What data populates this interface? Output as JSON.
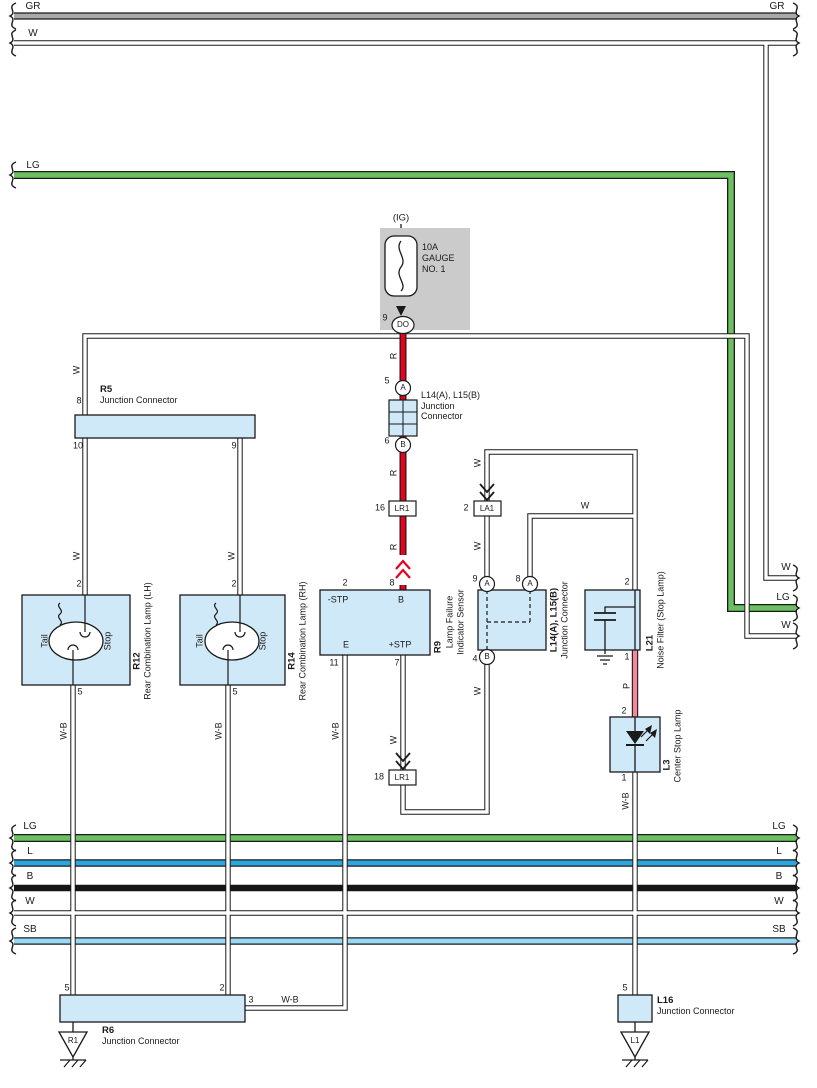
{
  "colors": {
    "gr": "#a9a9a9",
    "lg": "#6cbf62",
    "l": "#2ba6de",
    "b": "#161616",
    "sb": "#99d8f5",
    "red": "#e8001f",
    "pink": "#f2879f",
    "component_fill": "#cfe9f8",
    "panel_gray": "#cbcbcb"
  },
  "top_buses": {
    "gr_left": "GR",
    "gr_right": "GR",
    "w_left": "W",
    "lg_left": "LG"
  },
  "right_edge": {
    "w_upper": "W",
    "lg": "LG",
    "w_lower": "W"
  },
  "bottom_buses": {
    "lg": "LG",
    "l": "L",
    "b": "B",
    "w": "W",
    "sb": "SB"
  },
  "wire_labels": {
    "r": "R",
    "w": "W",
    "wb": "W-B",
    "p": "P"
  },
  "fuse": {
    "connector": "(IG)",
    "rating": "10A",
    "name_line1": "GAUGE",
    "name_line2": "NO. 1",
    "pin": "9",
    "terminal": "DO"
  },
  "l14_l15_top": {
    "pin_a": "5",
    "a": "A",
    "pin_b": "6",
    "b": "B",
    "code": "L14(A), L15(B)",
    "name_line1": "Junction",
    "name_line2": "Connector"
  },
  "lr1_16": {
    "pin": "16",
    "label": "LR1"
  },
  "lr1_18": {
    "pin": "18",
    "label": "LR1"
  },
  "la1": {
    "pin": "2",
    "label": "LA1"
  },
  "r9": {
    "code": "R9",
    "name_line1": "Lamp Failure",
    "name_line2": "Indicator Sensor",
    "pin_neg": "2",
    "pin_b": "8",
    "pin_e": "11",
    "pin_pos": "7",
    "label_neg": "-STP",
    "label_b": "B",
    "label_e": "E",
    "label_pos": "+STP"
  },
  "r5": {
    "code": "R5",
    "name": "Junction Connector",
    "pin8": "8",
    "pin10": "10",
    "pin9": "9"
  },
  "r12": {
    "code": "R12",
    "name": "Rear Combination Lamp (LH)",
    "tail": "Tail",
    "stop": "Stop",
    "pin_top": "2",
    "pin_bottom": "5"
  },
  "r14": {
    "code": "R14",
    "name": "Rear Combination Lamp (RH)",
    "tail": "Tail",
    "stop": "Stop",
    "pin_top": "2",
    "pin_bottom": "5"
  },
  "r6": {
    "code": "R6",
    "name": "Junction Connector",
    "pin5": "5",
    "pin2": "2",
    "pin3": "3"
  },
  "r1_ground": {
    "label": "R1"
  },
  "l14_l15_mid": {
    "code": "L14(A), L15(B)",
    "name": "Junction Connector",
    "pin9": "9",
    "pin8": "8",
    "pin4": "4",
    "a": "A",
    "b": "B"
  },
  "l21": {
    "code": "L21",
    "name": "Noise Filter (Stop Lamp)",
    "pin2": "2",
    "pin1": "1"
  },
  "l3": {
    "code": "L3",
    "name": "Center Stop Lamp",
    "pin2": "2",
    "pin1": "1"
  },
  "l16": {
    "code": "L16",
    "name": "Junction Connector",
    "pin5": "5"
  },
  "l1_ground": {
    "label": "L1"
  }
}
